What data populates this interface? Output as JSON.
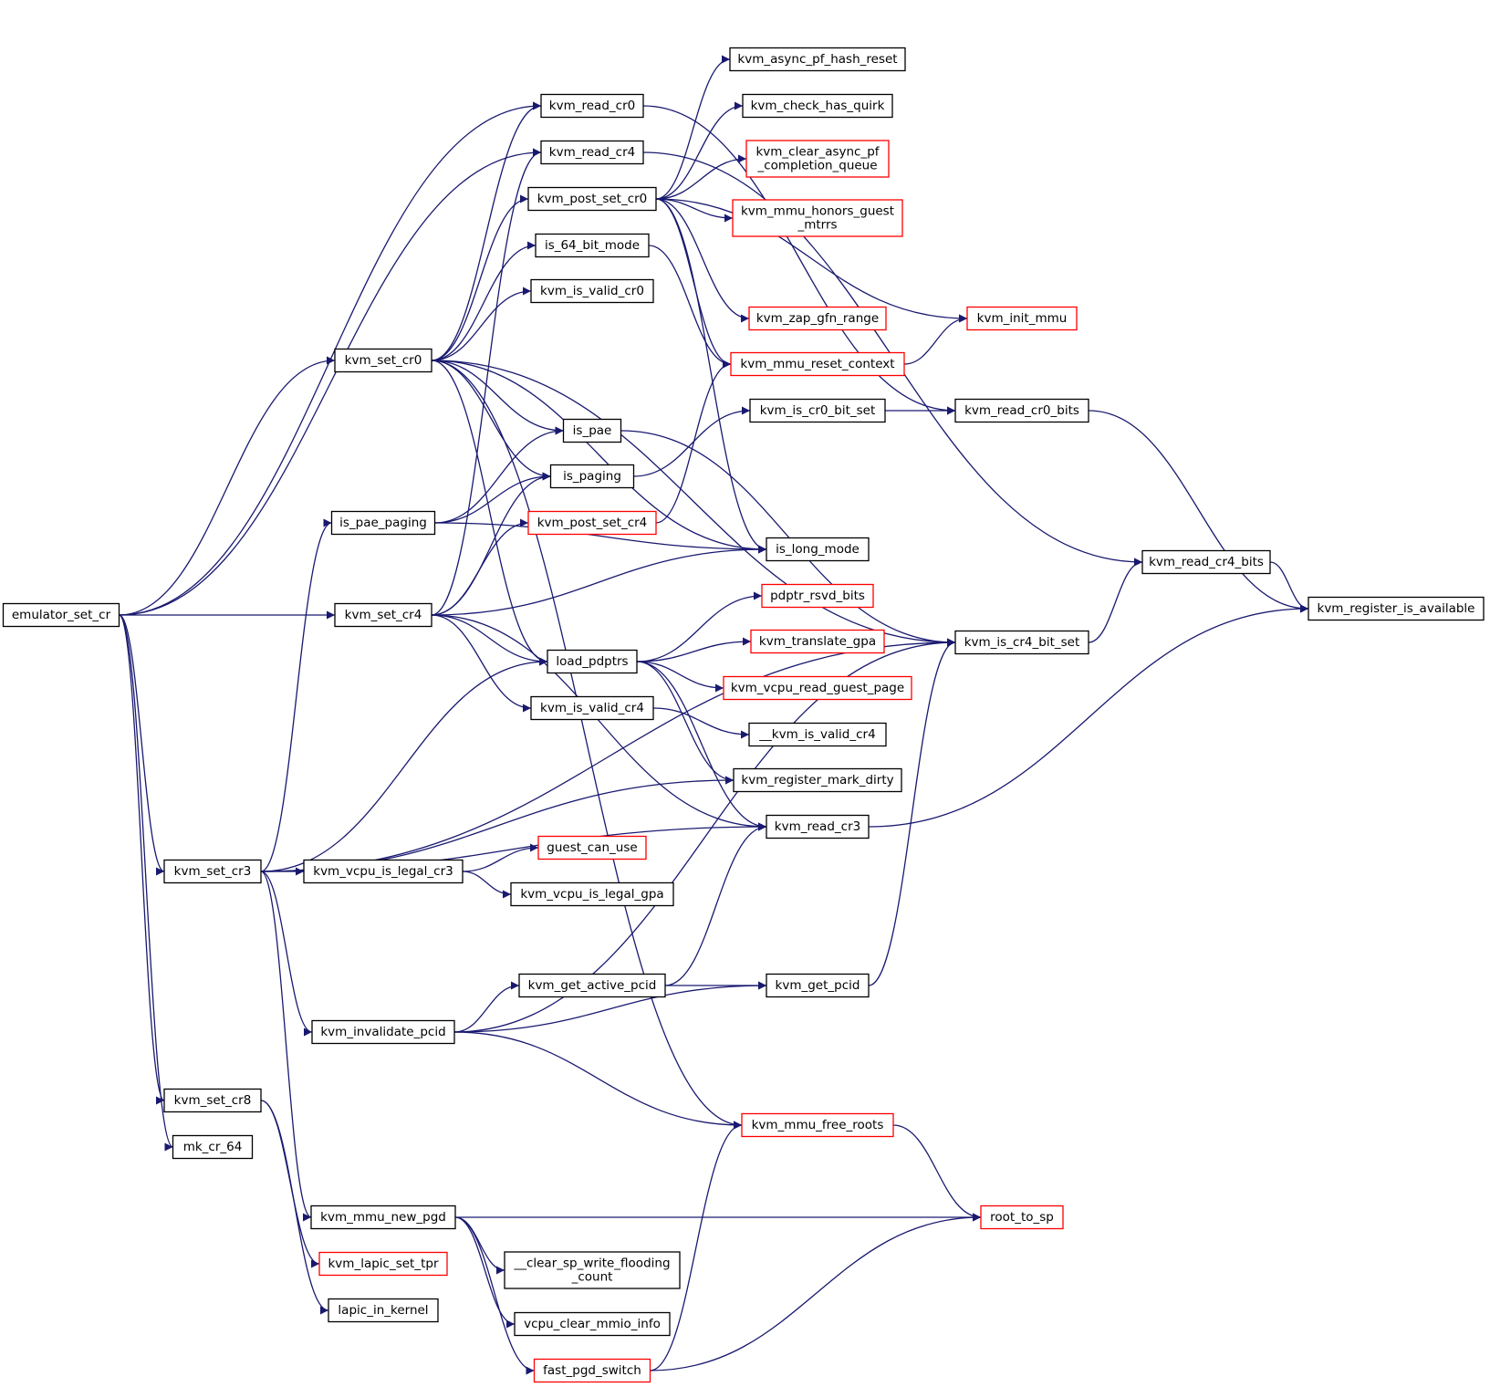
{
  "colors": {
    "edge": "#191970",
    "node_border_default": "#000000",
    "node_border_truncated": "#ff0000",
    "root_fill": "#bfbfbf",
    "background": "#ffffff"
  },
  "nodes": [
    {
      "id": "emulator_set_cr",
      "lines": [
        "emulator_set_cr"
      ],
      "root": true
    },
    {
      "id": "kvm_read_cr0",
      "lines": [
        "kvm_read_cr0"
      ]
    },
    {
      "id": "kvm_read_cr4",
      "lines": [
        "kvm_read_cr4"
      ]
    },
    {
      "id": "kvm_set_cr0",
      "lines": [
        "kvm_set_cr0"
      ]
    },
    {
      "id": "kvm_set_cr4",
      "lines": [
        "kvm_set_cr4"
      ]
    },
    {
      "id": "kvm_set_cr3",
      "lines": [
        "kvm_set_cr3"
      ]
    },
    {
      "id": "kvm_set_cr8",
      "lines": [
        "kvm_set_cr8"
      ]
    },
    {
      "id": "mk_cr_64",
      "lines": [
        "mk_cr_64"
      ]
    },
    {
      "id": "kvm_post_set_cr0",
      "lines": [
        "kvm_post_set_cr0"
      ]
    },
    {
      "id": "is_64_bit_mode",
      "lines": [
        "is_64_bit_mode"
      ]
    },
    {
      "id": "kvm_is_valid_cr0",
      "lines": [
        "kvm_is_valid_cr0"
      ]
    },
    {
      "id": "is_pae",
      "lines": [
        "is_pae"
      ]
    },
    {
      "id": "is_paging",
      "lines": [
        "is_paging"
      ]
    },
    {
      "id": "is_pae_paging",
      "lines": [
        "is_pae_paging"
      ]
    },
    {
      "id": "kvm_post_set_cr4",
      "lines": [
        "kvm_post_set_cr4"
      ],
      "truncated": true
    },
    {
      "id": "load_pdptrs",
      "lines": [
        "load_pdptrs"
      ]
    },
    {
      "id": "kvm_is_valid_cr4",
      "lines": [
        "kvm_is_valid_cr4"
      ]
    },
    {
      "id": "kvm_vcpu_is_legal_cr3",
      "lines": [
        "kvm_vcpu_is_legal_cr3"
      ]
    },
    {
      "id": "guest_can_use",
      "lines": [
        "guest_can_use"
      ],
      "truncated": true
    },
    {
      "id": "kvm_vcpu_is_legal_gpa",
      "lines": [
        "kvm_vcpu_is_legal_gpa"
      ]
    },
    {
      "id": "kvm_get_active_pcid",
      "lines": [
        "kvm_get_active_pcid"
      ]
    },
    {
      "id": "kvm_invalidate_pcid",
      "lines": [
        "kvm_invalidate_pcid"
      ]
    },
    {
      "id": "kvm_mmu_new_pgd",
      "lines": [
        "kvm_mmu_new_pgd"
      ]
    },
    {
      "id": "kvm_lapic_set_tpr",
      "lines": [
        "kvm_lapic_set_tpr"
      ],
      "truncated": true
    },
    {
      "id": "lapic_in_kernel",
      "lines": [
        "lapic_in_kernel"
      ]
    },
    {
      "id": "clear_sp_write_flooding_count",
      "lines": [
        "__clear_sp_write_flooding",
        "_count"
      ]
    },
    {
      "id": "vcpu_clear_mmio_info",
      "lines": [
        "vcpu_clear_mmio_info"
      ]
    },
    {
      "id": "fast_pgd_switch",
      "lines": [
        "fast_pgd_switch"
      ],
      "truncated": true
    },
    {
      "id": "kvm_async_pf_hash_reset",
      "lines": [
        "kvm_async_pf_hash_reset"
      ]
    },
    {
      "id": "kvm_check_has_quirk",
      "lines": [
        "kvm_check_has_quirk"
      ]
    },
    {
      "id": "kvm_clear_async_pf_completion_queue",
      "lines": [
        "kvm_clear_async_pf",
        "_completion_queue"
      ],
      "truncated": true
    },
    {
      "id": "kvm_mmu_honors_guest_mtrrs",
      "lines": [
        "kvm_mmu_honors_guest",
        "_mtrrs"
      ],
      "truncated": true
    },
    {
      "id": "kvm_zap_gfn_range",
      "lines": [
        "kvm_zap_gfn_range"
      ],
      "truncated": true
    },
    {
      "id": "kvm_mmu_reset_context",
      "lines": [
        "kvm_mmu_reset_context"
      ],
      "truncated": true
    },
    {
      "id": "kvm_is_cr0_bit_set",
      "lines": [
        "kvm_is_cr0_bit_set"
      ]
    },
    {
      "id": "is_long_mode",
      "lines": [
        "is_long_mode"
      ]
    },
    {
      "id": "pdptr_rsvd_bits",
      "lines": [
        "pdptr_rsvd_bits"
      ],
      "truncated": true
    },
    {
      "id": "kvm_translate_gpa",
      "lines": [
        "kvm_translate_gpa"
      ],
      "truncated": true
    },
    {
      "id": "kvm_vcpu_read_guest_page",
      "lines": [
        "kvm_vcpu_read_guest_page"
      ],
      "truncated": true
    },
    {
      "id": "__kvm_is_valid_cr4",
      "lines": [
        "__kvm_is_valid_cr4"
      ]
    },
    {
      "id": "kvm_register_mark_dirty",
      "lines": [
        "kvm_register_mark_dirty"
      ]
    },
    {
      "id": "kvm_read_cr3",
      "lines": [
        "kvm_read_cr3"
      ]
    },
    {
      "id": "kvm_get_pcid",
      "lines": [
        "kvm_get_pcid"
      ]
    },
    {
      "id": "kvm_mmu_free_roots",
      "lines": [
        "kvm_mmu_free_roots"
      ],
      "truncated": true
    },
    {
      "id": "root_to_sp",
      "lines": [
        "root_to_sp"
      ],
      "truncated": true
    },
    {
      "id": "kvm_init_mmu",
      "lines": [
        "kvm_init_mmu"
      ],
      "truncated": true
    },
    {
      "id": "kvm_read_cr0_bits",
      "lines": [
        "kvm_read_cr0_bits"
      ]
    },
    {
      "id": "kvm_is_cr4_bit_set",
      "lines": [
        "kvm_is_cr4_bit_set"
      ]
    },
    {
      "id": "kvm_read_cr4_bits",
      "lines": [
        "kvm_read_cr4_bits"
      ]
    },
    {
      "id": "kvm_register_is_available",
      "lines": [
        "kvm_register_is_available"
      ]
    }
  ],
  "edges": [
    [
      "emulator_set_cr",
      "kvm_read_cr0"
    ],
    [
      "emulator_set_cr",
      "kvm_read_cr4"
    ],
    [
      "emulator_set_cr",
      "kvm_set_cr0"
    ],
    [
      "emulator_set_cr",
      "kvm_set_cr4"
    ],
    [
      "emulator_set_cr",
      "kvm_set_cr3"
    ],
    [
      "emulator_set_cr",
      "kvm_set_cr8"
    ],
    [
      "emulator_set_cr",
      "mk_cr_64"
    ],
    [
      "kvm_read_cr0",
      "kvm_read_cr0_bits"
    ],
    [
      "kvm_read_cr4",
      "kvm_read_cr4_bits"
    ],
    [
      "kvm_set_cr0",
      "kvm_read_cr0"
    ],
    [
      "kvm_set_cr0",
      "kvm_post_set_cr0"
    ],
    [
      "kvm_set_cr0",
      "is_64_bit_mode"
    ],
    [
      "kvm_set_cr0",
      "kvm_is_valid_cr0"
    ],
    [
      "kvm_set_cr0",
      "is_pae"
    ],
    [
      "kvm_set_cr0",
      "is_paging"
    ],
    [
      "kvm_set_cr0",
      "load_pdptrs"
    ],
    [
      "kvm_set_cr0",
      "kvm_is_cr4_bit_set"
    ],
    [
      "kvm_set_cr0",
      "is_long_mode"
    ],
    [
      "kvm_set_cr0",
      "kvm_mmu_free_roots"
    ],
    [
      "kvm_set_cr4",
      "kvm_read_cr4"
    ],
    [
      "kvm_set_cr4",
      "is_paging"
    ],
    [
      "kvm_set_cr4",
      "kvm_post_set_cr4"
    ],
    [
      "kvm_set_cr4",
      "is_long_mode"
    ],
    [
      "kvm_set_cr4",
      "load_pdptrs"
    ],
    [
      "kvm_set_cr4",
      "kvm_is_valid_cr4"
    ],
    [
      "kvm_set_cr4",
      "kvm_read_cr3"
    ],
    [
      "kvm_set_cr3",
      "is_pae_paging"
    ],
    [
      "kvm_set_cr3",
      "load_pdptrs"
    ],
    [
      "kvm_set_cr3",
      "kvm_register_mark_dirty"
    ],
    [
      "kvm_set_cr3",
      "kvm_vcpu_is_legal_cr3"
    ],
    [
      "kvm_set_cr3",
      "kvm_read_cr3"
    ],
    [
      "kvm_set_cr3",
      "kvm_invalidate_pcid"
    ],
    [
      "kvm_set_cr3",
      "kvm_is_cr4_bit_set"
    ],
    [
      "kvm_set_cr3",
      "kvm_mmu_new_pgd"
    ],
    [
      "kvm_set_cr8",
      "kvm_lapic_set_tpr"
    ],
    [
      "kvm_set_cr8",
      "lapic_in_kernel"
    ],
    [
      "kvm_post_set_cr0",
      "kvm_async_pf_hash_reset"
    ],
    [
      "kvm_post_set_cr0",
      "kvm_check_has_quirk"
    ],
    [
      "kvm_post_set_cr0",
      "kvm_clear_async_pf_completion_queue"
    ],
    [
      "kvm_post_set_cr0",
      "kvm_mmu_honors_guest_mtrrs"
    ],
    [
      "kvm_post_set_cr0",
      "kvm_zap_gfn_range"
    ],
    [
      "kvm_post_set_cr0",
      "kvm_mmu_reset_context"
    ],
    [
      "kvm_post_set_cr0",
      "kvm_init_mmu"
    ],
    [
      "kvm_post_set_cr0",
      "is_long_mode"
    ],
    [
      "is_64_bit_mode",
      "kvm_mmu_reset_context"
    ],
    [
      "is_pae",
      "kvm_is_cr4_bit_set"
    ],
    [
      "is_paging",
      "kvm_is_cr0_bit_set"
    ],
    [
      "is_pae_paging",
      "is_pae"
    ],
    [
      "is_pae_paging",
      "is_paging"
    ],
    [
      "is_pae_paging",
      "is_long_mode"
    ],
    [
      "kvm_post_set_cr4",
      "kvm_mmu_reset_context"
    ],
    [
      "load_pdptrs",
      "pdptr_rsvd_bits"
    ],
    [
      "load_pdptrs",
      "kvm_translate_gpa"
    ],
    [
      "load_pdptrs",
      "kvm_vcpu_read_guest_page"
    ],
    [
      "load_pdptrs",
      "kvm_register_mark_dirty"
    ],
    [
      "load_pdptrs",
      "kvm_read_cr3"
    ],
    [
      "kvm_is_valid_cr4",
      "__kvm_is_valid_cr4"
    ],
    [
      "kvm_vcpu_is_legal_cr3",
      "guest_can_use"
    ],
    [
      "kvm_vcpu_is_legal_cr3",
      "kvm_vcpu_is_legal_gpa"
    ],
    [
      "kvm_get_active_pcid",
      "kvm_read_cr3"
    ],
    [
      "kvm_get_active_pcid",
      "kvm_get_pcid"
    ],
    [
      "kvm_invalidate_pcid",
      "kvm_get_active_pcid"
    ],
    [
      "kvm_invalidate_pcid",
      "kvm_get_pcid"
    ],
    [
      "kvm_invalidate_pcid",
      "kvm_is_cr4_bit_set"
    ],
    [
      "kvm_invalidate_pcid",
      "kvm_mmu_free_roots"
    ],
    [
      "kvm_mmu_new_pgd",
      "root_to_sp"
    ],
    [
      "kvm_mmu_new_pgd",
      "clear_sp_write_flooding_count"
    ],
    [
      "kvm_mmu_new_pgd",
      "vcpu_clear_mmio_info"
    ],
    [
      "kvm_mmu_new_pgd",
      "fast_pgd_switch"
    ],
    [
      "fast_pgd_switch",
      "kvm_mmu_free_roots"
    ],
    [
      "fast_pgd_switch",
      "root_to_sp"
    ],
    [
      "kvm_mmu_reset_context",
      "kvm_init_mmu"
    ],
    [
      "kvm_is_cr0_bit_set",
      "kvm_read_cr0_bits"
    ],
    [
      "kvm_read_cr0_bits",
      "kvm_register_is_available"
    ],
    [
      "kvm_is_cr4_bit_set",
      "kvm_read_cr4_bits"
    ],
    [
      "kvm_read_cr4_bits",
      "kvm_register_is_available"
    ],
    [
      "kvm_read_cr3",
      "kvm_register_is_available"
    ],
    [
      "kvm_get_pcid",
      "kvm_is_cr4_bit_set"
    ],
    [
      "kvm_mmu_free_roots",
      "root_to_sp"
    ]
  ]
}
